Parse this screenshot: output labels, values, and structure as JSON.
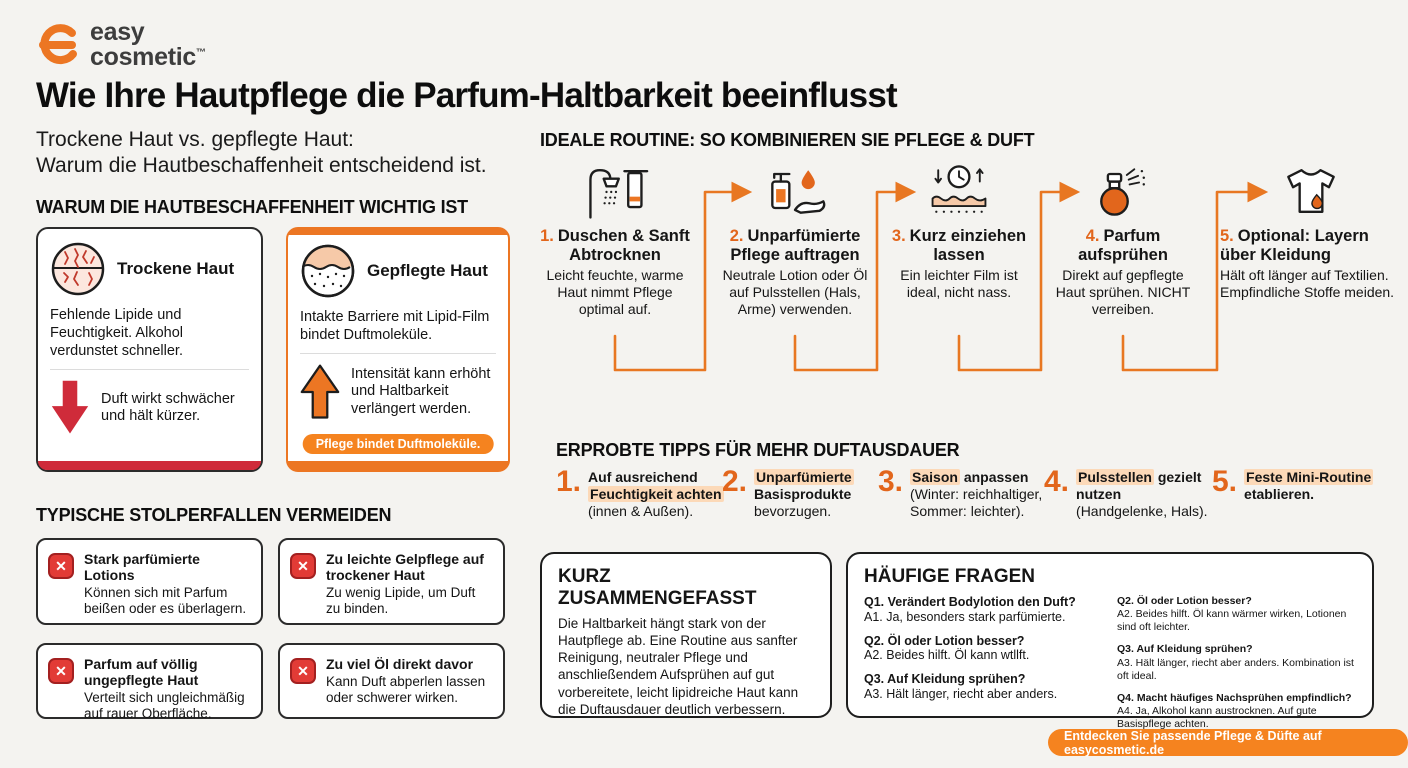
{
  "colors": {
    "background": "#f4f3f0",
    "accent_orange": "#ec7623",
    "cta_orange": "#f5831f",
    "alert_red": "#cf2b3a",
    "highlight_peach": "#fcd9b8",
    "ink": "#151515"
  },
  "brand": {
    "line1": "easy",
    "line2": "cosmetic",
    "tm": "™",
    "logo_icon": "easycosmetic-e-icon"
  },
  "header": {
    "title": "Wie Ihre Hautpflege die Parfum-Haltbarkeit beeinflusst",
    "subtitle_line1": "Trockene Haut vs. gepflegte Haut:",
    "subtitle_line2": "Warum die Hautbeschaffenheit entscheidend ist."
  },
  "why_section": {
    "heading": "WARUM DIE HAUTBESCHAFFENHEIT WICHTIG IST",
    "cards": [
      {
        "icon": "dry-skin-icon",
        "title": "Trockene Haut",
        "body": "Fehlende Lipide und Feuchtigkeit. Alkohol verdunstet schneller.",
        "arrow": "arrow-down-red-icon",
        "effect": "Duft wirkt schwächer und hält kürzer."
      },
      {
        "icon": "cared-skin-icon",
        "title": "Gepflegte Haut",
        "body": "Intakte Barriere mit Lipid-Film bindet Duftmoleküle.",
        "arrow": "arrow-up-orange-icon",
        "effect": "Intensität kann erhöht und Haltbarkeit verlängert werden.",
        "badge": "Pflege bindet Duftmoleküle."
      }
    ]
  },
  "routine": {
    "heading": "IDEALE ROUTINE: SO KOMBINIEREN SIE PFLEGE & DUFT",
    "steps": [
      {
        "num": "1.",
        "title": "Duschen & Sanft Abtrocknen",
        "desc": "Leicht feuchte, warme Haut nimmt Pflege optimal auf.",
        "icon": "shower-towel-icon"
      },
      {
        "num": "2.",
        "title": "Unparfümierte Pflege auftragen",
        "desc": "Neutrale Lotion oder Öl auf Pulsstellen (Hals, Arme) verwenden.",
        "icon": "lotion-hand-icon"
      },
      {
        "num": "3.",
        "title": "Kurz einziehen lassen",
        "desc": "Ein leichter Film ist ideal, nicht nass.",
        "icon": "clock-skin-icon"
      },
      {
        "num": "4.",
        "title": "Parfum aufsprühen",
        "desc": "Direkt auf gepflegte Haut sprühen. NICHT verreiben.",
        "icon": "perfume-spray-icon"
      },
      {
        "num": "5.",
        "title": "Optional: Layern über Kleidung",
        "desc": "Hält oft länger auf Textilien. Empfindliche Stoffe meiden.",
        "icon": "shirt-icon"
      }
    ]
  },
  "tips": {
    "heading": "ERPROBTE TIPPS FÜR MEHR DUFTAUSDAUER",
    "items": [
      {
        "num": "1.",
        "pre": "Auf ausreichend ",
        "hl": "Feuchtigkeit achten",
        "post": "",
        "rest": "(innen & Außen)."
      },
      {
        "num": "2.",
        "pre": "",
        "hl": "Unparfümierte",
        "post": " Basisprodukte",
        "rest": "bevorzugen."
      },
      {
        "num": "3.",
        "pre": "",
        "hl": "Saison",
        "post": " anpassen",
        "rest": "(Winter: reichhaltiger, Sommer: leichter)."
      },
      {
        "num": "4.",
        "pre": "",
        "hl": "Pulsstellen",
        "post": " gezielt nutzen",
        "rest": "(Handgelenke, Hals)."
      },
      {
        "num": "5.",
        "pre": "",
        "hl": "Feste Mini-Routine",
        "post": " etablieren.",
        "rest": ""
      }
    ]
  },
  "pitfalls": {
    "heading": "TYPISCHE STOLPERFALLEN VERMEIDEN",
    "x_icon": "x-cross-icon",
    "cards": [
      {
        "title": "Stark parfümierte Lotions",
        "body": "Können sich mit Parfum beißen oder es überlagern."
      },
      {
        "title": "Zu leichte Gelpflege auf trockener Haut",
        "body": "Zu wenig Lipide, um Duft zu binden."
      },
      {
        "title": "Parfum auf völlig ungepflegte Haut",
        "body": "Verteilt sich ungleichmäßig auf rauer Oberfläche."
      },
      {
        "title": "Zu viel Öl direkt davor",
        "body": "Kann Duft abperlen lassen oder schwerer wirken."
      }
    ]
  },
  "summary": {
    "heading": "KURZ ZUSAMMENGEFASST",
    "body": "Die Haltbarkeit hängt stark von der Hautpflege ab. Eine Routine aus sanfter Reinigung, neutraler Pflege und anschließendem Aufsprühen auf gut vorbereitete, leicht lipidreiche Haut kann die Duftausdauer deutlich verbessern."
  },
  "faq": {
    "heading": "HÄUFIGE FRAGEN",
    "col1": [
      {
        "q": "Q1. Verändert Bodylotion den Duft?",
        "a": "A1. Ja, besonders stark parfümierte."
      },
      {
        "q": "Q2. Öl oder Lotion besser?",
        "a": "A2. Beides hilft. Öl kann wtllft."
      },
      {
        "q": "Q3. Auf Kleidung sprühen?",
        "a": "A3. Hält länger, riecht aber anders."
      }
    ],
    "col2": [
      {
        "q": "Q2. Öl oder Lotion besser?",
        "a": "A2. Beides hilft. Öl kann wärmer wirken, Lotionen sind oft leichter."
      },
      {
        "q": "Q3. Auf Kleidung sprühen?",
        "a": "A3. Hält länger, riecht aber anders. Kombination ist oft ideal."
      },
      {
        "q": "Q4. Macht häufiges Nachsprühen empfindlich?",
        "a": "A4. Ja, Alkohol kann austrocknen. Auf gute Basispflege achten."
      }
    ]
  },
  "footer": {
    "cta": "Entdecken Sie passende Pflege & Düfte auf easycosmetic.de"
  }
}
